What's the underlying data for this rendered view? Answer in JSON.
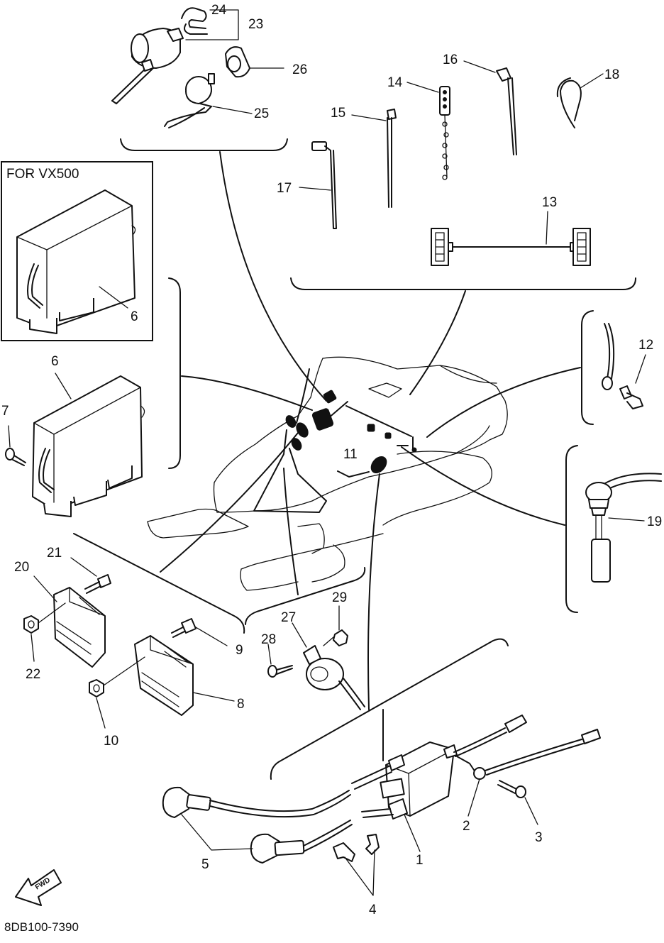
{
  "inset_title": "FOR VX500",
  "drawing_number": "8DB100-7390",
  "fwd_label": "FWD",
  "callouts": {
    "c1": "1",
    "c2": "2",
    "c3": "3",
    "c4": "4",
    "c5": "5",
    "c6": "6",
    "c6_inset": "6",
    "c7": "7",
    "c8": "8",
    "c9": "9",
    "c10": "10",
    "c11": "11",
    "c12": "12",
    "c13": "13",
    "c14": "14",
    "c15": "15",
    "c16": "16",
    "c17": "17",
    "c18": "18",
    "c19": "19",
    "c20": "20",
    "c21": "21",
    "c22": "22",
    "c23": "23",
    "c24": "24",
    "c25": "25",
    "c26": "26",
    "c27": "27",
    "c28": "28",
    "c29": "29"
  }
}
